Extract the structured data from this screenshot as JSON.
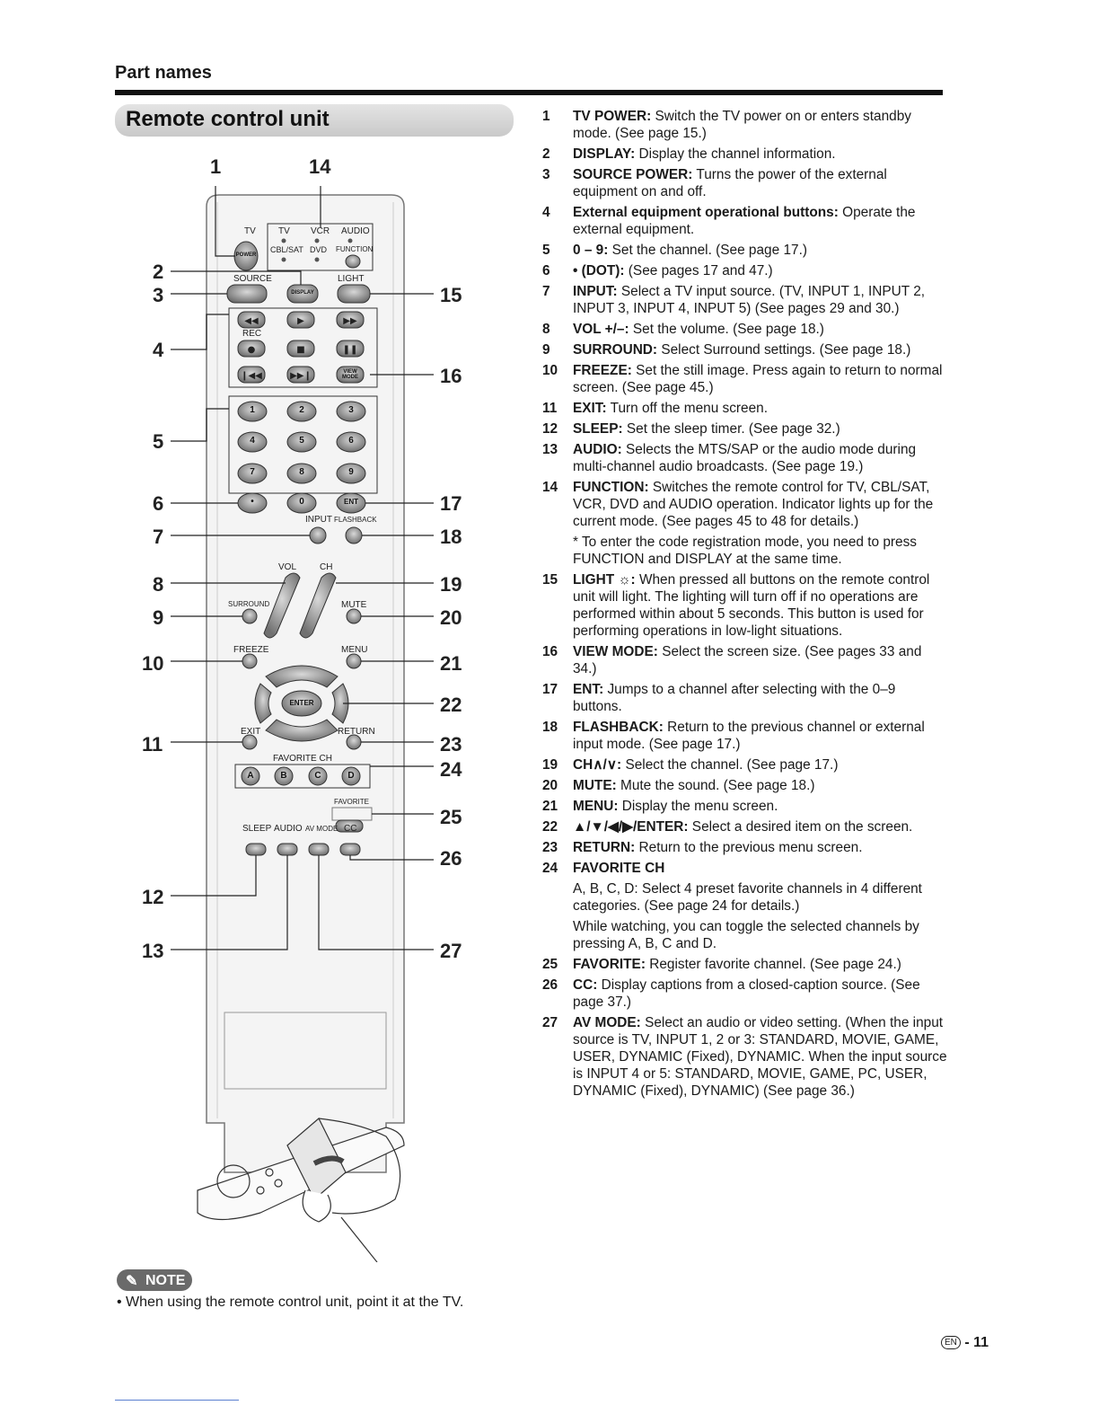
{
  "header": {
    "section": "Part names",
    "subtitle": "Remote control unit"
  },
  "callouts": [
    "1",
    "2",
    "3",
    "4",
    "5",
    "6",
    "7",
    "8",
    "9",
    "10",
    "11",
    "12",
    "13",
    "14",
    "15",
    "16",
    "17",
    "18",
    "19",
    "20",
    "21",
    "22",
    "23",
    "24",
    "25",
    "26",
    "27"
  ],
  "remote_labels": {
    "tv": "TV",
    "vcr": "VCR",
    "audio": "AUDIO",
    "tv2": "TV",
    "cblsat": "CBL/SAT",
    "dvd": "DVD",
    "function": "FUNCTION",
    "source": "SOURCE",
    "light": "LIGHT",
    "rec": "REC",
    "input": "INPUT",
    "flashback": "FLASHBACK",
    "vol": "VOL",
    "ch": "CH",
    "surround": "SURROUND",
    "mute": "MUTE",
    "freeze": "FREEZE",
    "menu": "MENU",
    "exit": "EXIT",
    "return": "RETURN",
    "favorite_ch": "FAVORITE CH",
    "favorite": "FAVORITE",
    "sleep": "SLEEP",
    "audio2": "AUDIO",
    "avmode": "AV MODE",
    "cc": "CC",
    "power": "POWER",
    "display": "DISPLAY",
    "enter": "ENTER",
    "ent": "ENT",
    "view_mode": "VIEW MODE",
    "digits": [
      "1",
      "2",
      "3",
      "4",
      "5",
      "6",
      "7",
      "8",
      "9",
      "0"
    ],
    "fav_buttons": [
      "A",
      "B",
      "C",
      "D"
    ]
  },
  "items": [
    {
      "num": "1",
      "term": "TV POWER:",
      "text": " Switch the TV power on or enters standby mode. (See page 15.)"
    },
    {
      "num": "2",
      "term": "DISPLAY:",
      "text": " Display the channel information."
    },
    {
      "num": "3",
      "term": "SOURCE POWER:",
      "text": " Turns the power of the external equipment on and off."
    },
    {
      "num": "4",
      "term": "External equipment operational buttons:",
      "text": " Operate the external equipment."
    },
    {
      "num": "5",
      "term": "0 – 9:",
      "text": " Set the channel. (See page 17.)"
    },
    {
      "num": "6",
      "term": "• (DOT):",
      "text": " (See pages 17 and 47.)"
    },
    {
      "num": "7",
      "term": "INPUT:",
      "text": " Select a TV input source. (TV, INPUT 1, INPUT 2, INPUT 3, INPUT 4, INPUT 5) (See pages 29 and 30.)"
    },
    {
      "num": "8",
      "term": "VOL +/–:",
      "text": " Set the volume. (See page 18.)"
    },
    {
      "num": "9",
      "term": "SURROUND:",
      "text": " Select Surround settings. (See page 18.)"
    },
    {
      "num": "10",
      "term": "FREEZE:",
      "text": " Set the still image. Press again to return to normal screen. (See page 45.)"
    },
    {
      "num": "11",
      "term": "EXIT:",
      "text": " Turn off the menu screen."
    },
    {
      "num": "12",
      "term": "SLEEP:",
      "text": " Set the sleep timer. (See page 32.)"
    },
    {
      "num": "13",
      "term": "AUDIO:",
      "text": " Selects the MTS/SAP or the audio mode during multi-channel audio broadcasts. (See page 19.)"
    },
    {
      "num": "14",
      "term": "FUNCTION:",
      "text": " Switches the remote control for TV, CBL/SAT, VCR, DVD and AUDIO operation. Indicator lights up for the current mode. (See pages 45 to 48 for details.)",
      "extra": "* To enter the code registration mode, you need to press FUNCTION and DISPLAY at the same time."
    },
    {
      "num": "15",
      "term": "LIGHT ☼:",
      "text": " When pressed all buttons on the remote control unit will light. The lighting will turn off if no operations are performed within about 5 seconds. This button is used for performing operations in low-light situations."
    },
    {
      "num": "16",
      "term": "VIEW MODE:",
      "text": " Select the screen size. (See pages 33 and 34.)"
    },
    {
      "num": "17",
      "term": "ENT:",
      "text": " Jumps to a channel after selecting with the 0–9 buttons."
    },
    {
      "num": "18",
      "term": "FLASHBACK:",
      "text": " Return to the previous channel or external input mode. (See page 17.)"
    },
    {
      "num": "19",
      "term": "CH∧/∨:",
      "text": " Select the channel. (See page 17.)"
    },
    {
      "num": "20",
      "term": "MUTE:",
      "text": " Mute the sound. (See page 18.)"
    },
    {
      "num": "21",
      "term": "MENU:",
      "text": " Display the menu screen."
    },
    {
      "num": "22",
      "term": "▲/▼/◀/▶/ENTER:",
      "text": " Select a desired item on the screen."
    },
    {
      "num": "23",
      "term": "RETURN:",
      "text": " Return to the previous menu screen."
    },
    {
      "num": "24",
      "term": "FAVORITE CH",
      "text": "",
      "extra": "A, B, C, D: Select 4 preset favorite channels in 4 different categories. (See page 24 for details.)",
      "extra2": "While watching, you can toggle the selected channels by pressing A, B, C and D."
    },
    {
      "num": "25",
      "term": "FAVORITE:",
      "text": " Register favorite channel. (See page 24.)"
    },
    {
      "num": "26",
      "term": "CC:",
      "text": " Display captions from a closed-caption source. (See page 37.)"
    },
    {
      "num": "27",
      "term": "AV MODE:",
      "text": " Select an audio or video setting. (When the input source is TV, INPUT 1, 2 or 3: STANDARD, MOVIE, GAME, USER, DYNAMIC (Fixed), DYNAMIC. When the input source is INPUT 4 or 5: STANDARD, MOVIE, GAME, PC, USER, DYNAMIC (Fixed), DYNAMIC) (See page 36.)"
    }
  ],
  "note": {
    "badge": "NOTE",
    "text": "When using the remote control unit, point it at the TV."
  },
  "page": {
    "lang": "EN",
    "number": "- 11"
  }
}
